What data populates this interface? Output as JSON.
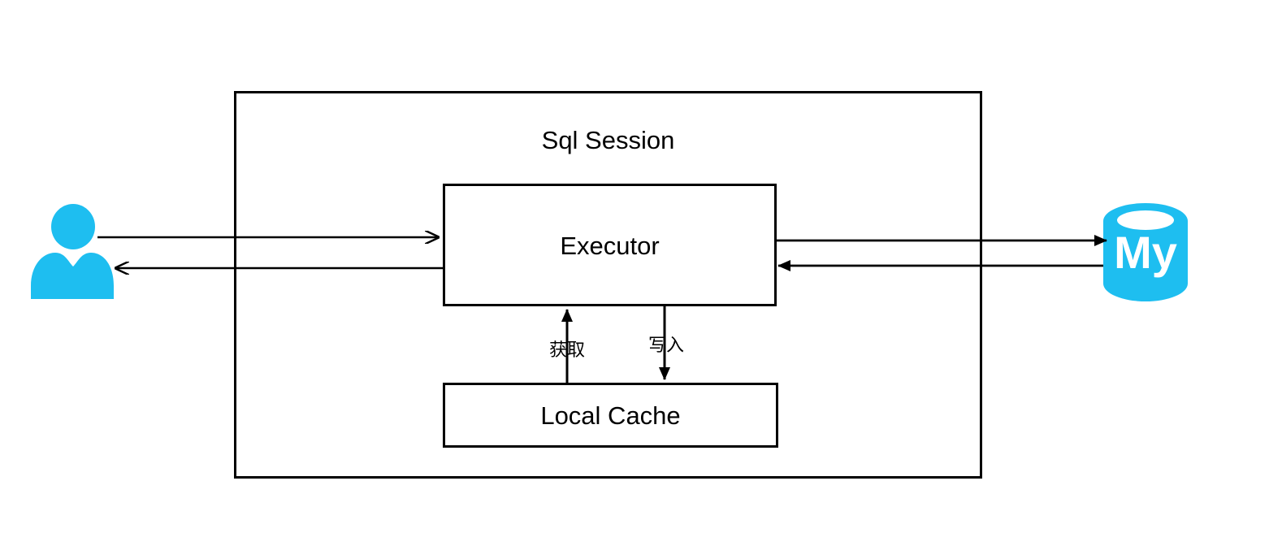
{
  "diagram": {
    "type": "architecture-flow",
    "background_color": "#ffffff",
    "stroke_color": "#000000",
    "accent_color": "#1ebef0",
    "container": {
      "label": "Sql Session",
      "name": "sql-session-container"
    },
    "nodes": [
      {
        "id": "user",
        "label": "",
        "icon": "user-actor-icon",
        "color": "#1ebef0"
      },
      {
        "id": "executor",
        "label": "Executor",
        "icon": "process-box"
      },
      {
        "id": "local-cache",
        "label": "Local Cache",
        "icon": "process-box"
      },
      {
        "id": "mysql",
        "label": "My",
        "icon": "mysql-database-icon",
        "color": "#1ebef0"
      }
    ],
    "edges": [
      {
        "id": "user-to-executor",
        "from": "user",
        "to": "executor",
        "label": "",
        "direction": "right"
      },
      {
        "id": "executor-to-user",
        "from": "executor",
        "to": "user",
        "label": "",
        "direction": "left"
      },
      {
        "id": "executor-to-mysql",
        "from": "executor",
        "to": "mysql",
        "label": "",
        "direction": "right"
      },
      {
        "id": "mysql-to-executor",
        "from": "mysql",
        "to": "executor",
        "label": "",
        "direction": "left"
      },
      {
        "id": "cache-to-executor",
        "from": "local-cache",
        "to": "executor",
        "label": "获取",
        "direction": "up"
      },
      {
        "id": "executor-to-cache",
        "from": "executor",
        "to": "local-cache",
        "label": "写入",
        "direction": "down"
      }
    ]
  }
}
